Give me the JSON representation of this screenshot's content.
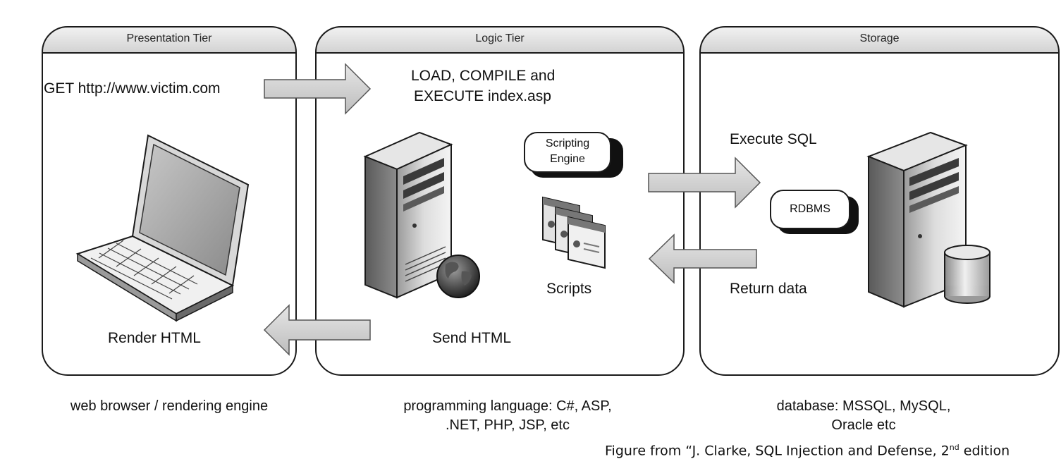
{
  "tiers": {
    "presentation": {
      "title": "Presentation Tier",
      "request": "GET http://www.victim.com",
      "render": "Render HTML",
      "caption": "web browser / rendering engine"
    },
    "logic": {
      "title": "Logic Tier",
      "action_line1": "LOAD, COMPILE and",
      "action_line2": "EXECUTE index.asp",
      "engine_line1": "Scripting",
      "engine_line2": "Engine",
      "scripts": "Scripts",
      "send": "Send HTML",
      "caption_line1": "programming language: C#, ASP,",
      "caption_line2": ".NET, PHP, JSP, etc"
    },
    "storage": {
      "title": "Storage",
      "execute": "Execute SQL",
      "rdbms": "RDBMS",
      "return": "Return data",
      "caption_line1": "database: MSSQL, MySQL,",
      "caption_line2": "Oracle etc"
    }
  },
  "credit": {
    "prefix": "Figure from “J. Clarke, SQL Injection and Defense, 2",
    "superscript": "nd",
    "suffix": " edition"
  }
}
